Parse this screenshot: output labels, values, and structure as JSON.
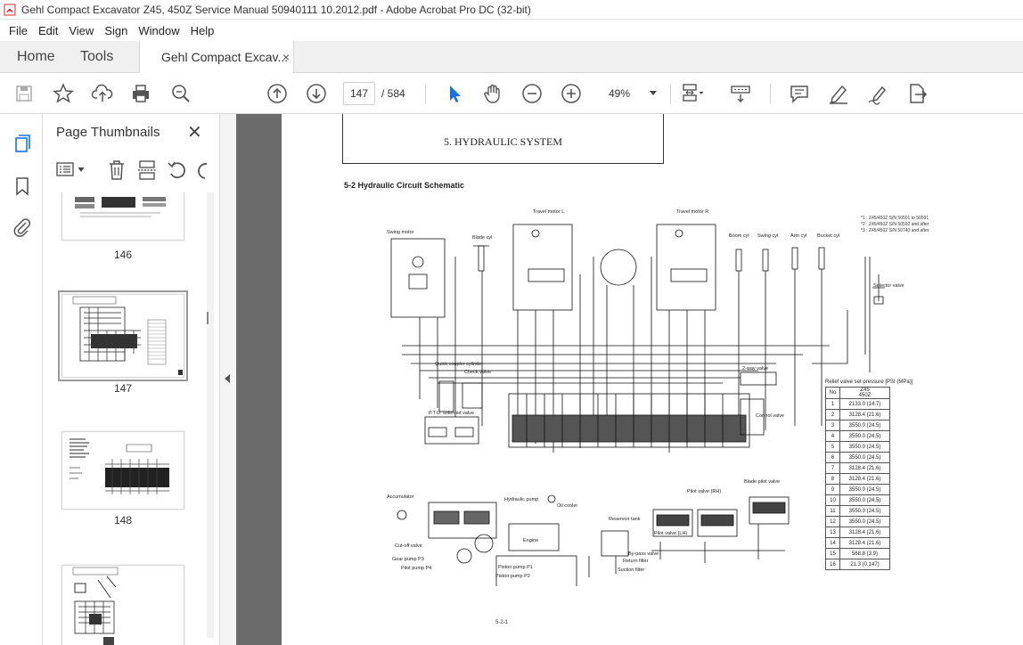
{
  "window": {
    "title": "Gehl Compact Excavator Z45, 450Z Service Manual 50940111 10.2012.pdf - Adobe Acrobat Pro DC (32-bit)"
  },
  "menu": [
    "File",
    "Edit",
    "View",
    "Sign",
    "Window",
    "Help"
  ],
  "tabs": {
    "home": "Home",
    "tools": "Tools",
    "document": "Gehl Compact Excav...",
    "close": "×"
  },
  "toolbar": {
    "current_page": "147",
    "page_total": "/ 584",
    "zoom": "49%"
  },
  "sidepanel": {
    "title": "Page Thumbnails",
    "close": "✕",
    "thumbnails": [
      {
        "label": "146"
      },
      {
        "label": "147"
      },
      {
        "label": "148"
      }
    ]
  },
  "document": {
    "chapter_header": "5. HYDRAULIC SYSTEM",
    "section_title": "5-2  Hydraulic Circuit Schematic",
    "notes": [
      "*1 : Z45/450Z S/N 50501 to 50591",
      "*2 : Z45/450Z S/N 50592 and after",
      "*3 : Z45/450Z S/N 50740 and after"
    ],
    "labels": {
      "swing_motor": "Swing motor",
      "blade_cyl": "Blade cyl",
      "travel_motor_l": "Travel motor L",
      "travel_motor_r": "Travel motor R",
      "boom_cyl": "Boom cyl",
      "swing_cyl": "Swing cyl",
      "arm_cyl": "Arm cyl",
      "bucket_cyl": "Bucket cyl",
      "selector_valve": "Selector valve",
      "quick_coupler": "Quick coupler cylinder",
      "check_valve": "Check valve",
      "pto_solenoid": "P.T.O. solenoid valve",
      "two_way_valve": "2-way valve",
      "control_valve": "Control valve",
      "accumulator": "Accumulator",
      "hydraulic_pump": "Hydraulic pump",
      "oil_cooler": "Oil cooler",
      "reservoir_tank": "Reservoir tank",
      "pilot_valve_rh": "Pilot valve (RH)",
      "pilot_valve_lh": "Pilot valve (LH)",
      "blade_pilot_valve": "Blade pilot valve",
      "cut_off_valve": "Cut-off valve",
      "gear_pump": "Gear pump P3",
      "pilot_pump": "Pilot pump P4",
      "piston_pump_p1": "Piston pump P1",
      "piston_pump_p2": "Piston pump P2",
      "engine": "Engine",
      "by_pass_valve": "By-pass valve",
      "return_filter": "Return filter",
      "suction_filter": "Suction filter"
    },
    "relief_table": {
      "caption": "Relief valve set pressure [PSI (MPa)]",
      "header": [
        "No",
        "Z45\n450Z"
      ],
      "rows": [
        [
          "1",
          "2133.0 (14.7)"
        ],
        [
          "2",
          "3128.4 (21.6)"
        ],
        [
          "3",
          "3550.0 (24.5)"
        ],
        [
          "4",
          "3550.0 (24.5)"
        ],
        [
          "5",
          "3550.0 (24.5)"
        ],
        [
          "6",
          "3550.0 (24.5)"
        ],
        [
          "7",
          "3128.4 (21.6)"
        ],
        [
          "8",
          "3128.4 (21.6)"
        ],
        [
          "9",
          "3550.0 (24.5)"
        ],
        [
          "10",
          "3550.0 (24.5)"
        ],
        [
          "11",
          "3550.0 (24.5)"
        ],
        [
          "12",
          "3550.0 (24.5)"
        ],
        [
          "13",
          "3128.4 (21.6)"
        ],
        [
          "14",
          "3128.4 (21.6)"
        ],
        [
          "15",
          "568.8 (3.9)"
        ],
        [
          "16",
          "21.3 (0.147)"
        ]
      ]
    },
    "page_number": "5-2-1"
  },
  "colors": {
    "accent_blue": "#1473e6",
    "acrobat_red": "#d7282f",
    "viewer_bg": "#6b6b6b"
  }
}
